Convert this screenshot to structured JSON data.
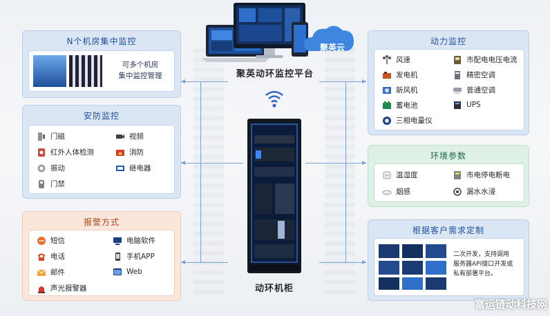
{
  "platform": {
    "title": "聚英动环监控平台",
    "cloud_label": "聚英云"
  },
  "cabinet": {
    "label": "动环机柜"
  },
  "panel_n": {
    "title": "N个机房集中监控",
    "desc_line1": "可多个机房",
    "desc_line2": "集中监控管理"
  },
  "panel_security": {
    "title": "安防监控",
    "items": [
      {
        "label": "门磁",
        "icon": "door-magnet-icon"
      },
      {
        "label": "视频",
        "icon": "camera-icon"
      },
      {
        "label": "红外人体检测",
        "icon": "infrared-icon"
      },
      {
        "label": "消防",
        "icon": "fire-icon"
      },
      {
        "label": "振动",
        "icon": "vibration-icon"
      },
      {
        "label": "继电器",
        "icon": "relay-icon"
      },
      {
        "label": "门禁",
        "icon": "access-control-icon"
      }
    ]
  },
  "panel_alarm": {
    "title": "报警方式",
    "items": [
      {
        "label": "短信",
        "icon": "sms-icon"
      },
      {
        "label": "电脑软件",
        "icon": "computer-icon"
      },
      {
        "label": "电话",
        "icon": "phone-icon"
      },
      {
        "label": "手机APP",
        "icon": "mobile-app-icon"
      },
      {
        "label": "邮件",
        "icon": "mail-icon"
      },
      {
        "label": "Web",
        "icon": "web-icon"
      },
      {
        "label": "声光报警器",
        "icon": "siren-icon"
      }
    ]
  },
  "panel_power": {
    "title": "动力监控",
    "items": [
      {
        "label": "风速",
        "icon": "anemometer-icon"
      },
      {
        "label": "市配电电压电流",
        "icon": "power-meter-icon"
      },
      {
        "label": "发电机",
        "icon": "generator-icon"
      },
      {
        "label": "精密空调",
        "icon": "precision-ac-icon"
      },
      {
        "label": "新风机",
        "icon": "fresh-air-icon"
      },
      {
        "label": "普通空调",
        "icon": "ac-icon"
      },
      {
        "label": "蓄电池",
        "icon": "battery-icon"
      },
      {
        "label": "UPS",
        "icon": "ups-icon"
      },
      {
        "label": "三相电量仪",
        "icon": "three-phase-meter-icon"
      }
    ]
  },
  "panel_env": {
    "title": "环境参数",
    "items": [
      {
        "label": "温湿度",
        "icon": "temp-humidity-icon"
      },
      {
        "label": "市电停电断电",
        "icon": "power-outage-icon"
      },
      {
        "label": "烟感",
        "icon": "smoke-icon"
      },
      {
        "label": "漏水水浸",
        "icon": "water-leak-icon"
      }
    ]
  },
  "panel_custom": {
    "title": "根据客户需求定制",
    "desc_line1": "二次开发，支持调用",
    "desc_line2": "服务器API接口开发或",
    "desc_line3": "私有部署平台。"
  },
  "watermark": "富运链动科技网",
  "colors": {
    "blue": "#1f4f9a",
    "green": "#1c6b45",
    "orange": "#b04a1e",
    "arrow": "#7aa3d8"
  }
}
